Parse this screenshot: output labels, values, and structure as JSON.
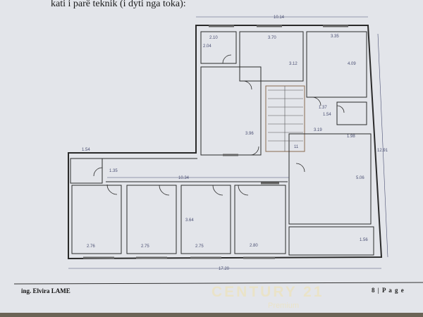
{
  "caption": "kati i parë teknik (i dyti nga toka):",
  "plan": {
    "overall_top": "10.14",
    "overall_bottom": "17.20",
    "overall_right": "12.91",
    "corridor": "10.34",
    "rooms": {
      "r1_w": "2.10",
      "r1_h": "2.04",
      "r2_w": "3.70",
      "r2_h": "3.12",
      "r3_w": "3.35",
      "r3_h": "4.09",
      "tall_h": "3.96",
      "stair": "11",
      "bath_w": "1.37",
      "bath_h": "1.54",
      "hall_h": "3.19",
      "big_w": "1.98",
      "big_h": "5.06",
      "br_h": "1.56",
      "left_w": "1.54",
      "left_h": "1.35",
      "b1_w": "2.76",
      "b2_w": "2.75",
      "b3_w": "2.75",
      "b3_h": "3.64",
      "b4_w": "2.80"
    }
  },
  "footer": {
    "author": "ing. Elvira LAME",
    "page": "8 | P a g e"
  },
  "watermark": {
    "brand": "CENTURY 21",
    "sub": "Premium"
  }
}
